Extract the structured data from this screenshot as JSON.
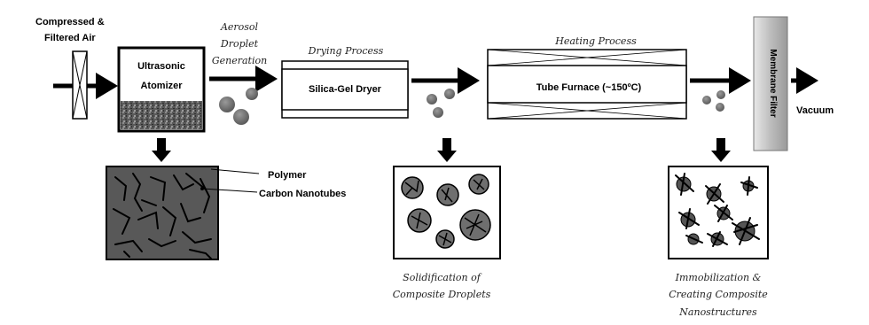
{
  "labels": {
    "input_line1": "Compressed &",
    "input_line2": "Filtered Air",
    "atomizer_line1": "Ultrasonic",
    "atomizer_line2": "Atomizer",
    "aerosol_line1": "Aerosol",
    "aerosol_line2": "Droplet",
    "aerosol_line3": "Generation",
    "drying_process": "Drying Process",
    "dryer": "Silica-Gel Dryer",
    "heating_process": "Heating Process",
    "furnace": "Tube Furnace (~150ºC)",
    "filter": "Membrane Filter",
    "vacuum": "Vacuum",
    "polymer": "Polymer",
    "cnt": "Carbon Nanotubes",
    "solid_line1": "Solidification of",
    "solid_line2": "Composite Droplets",
    "immob_line1": "Immobilization &",
    "immob_line2": "Creating Composite",
    "immob_line3": "Nanostructures"
  },
  "colors": {
    "droplet": "#6f6f6f",
    "suspension_box": "#5a5a5a",
    "filter_fill": "#c8c8c8",
    "arrow": "#000000"
  }
}
